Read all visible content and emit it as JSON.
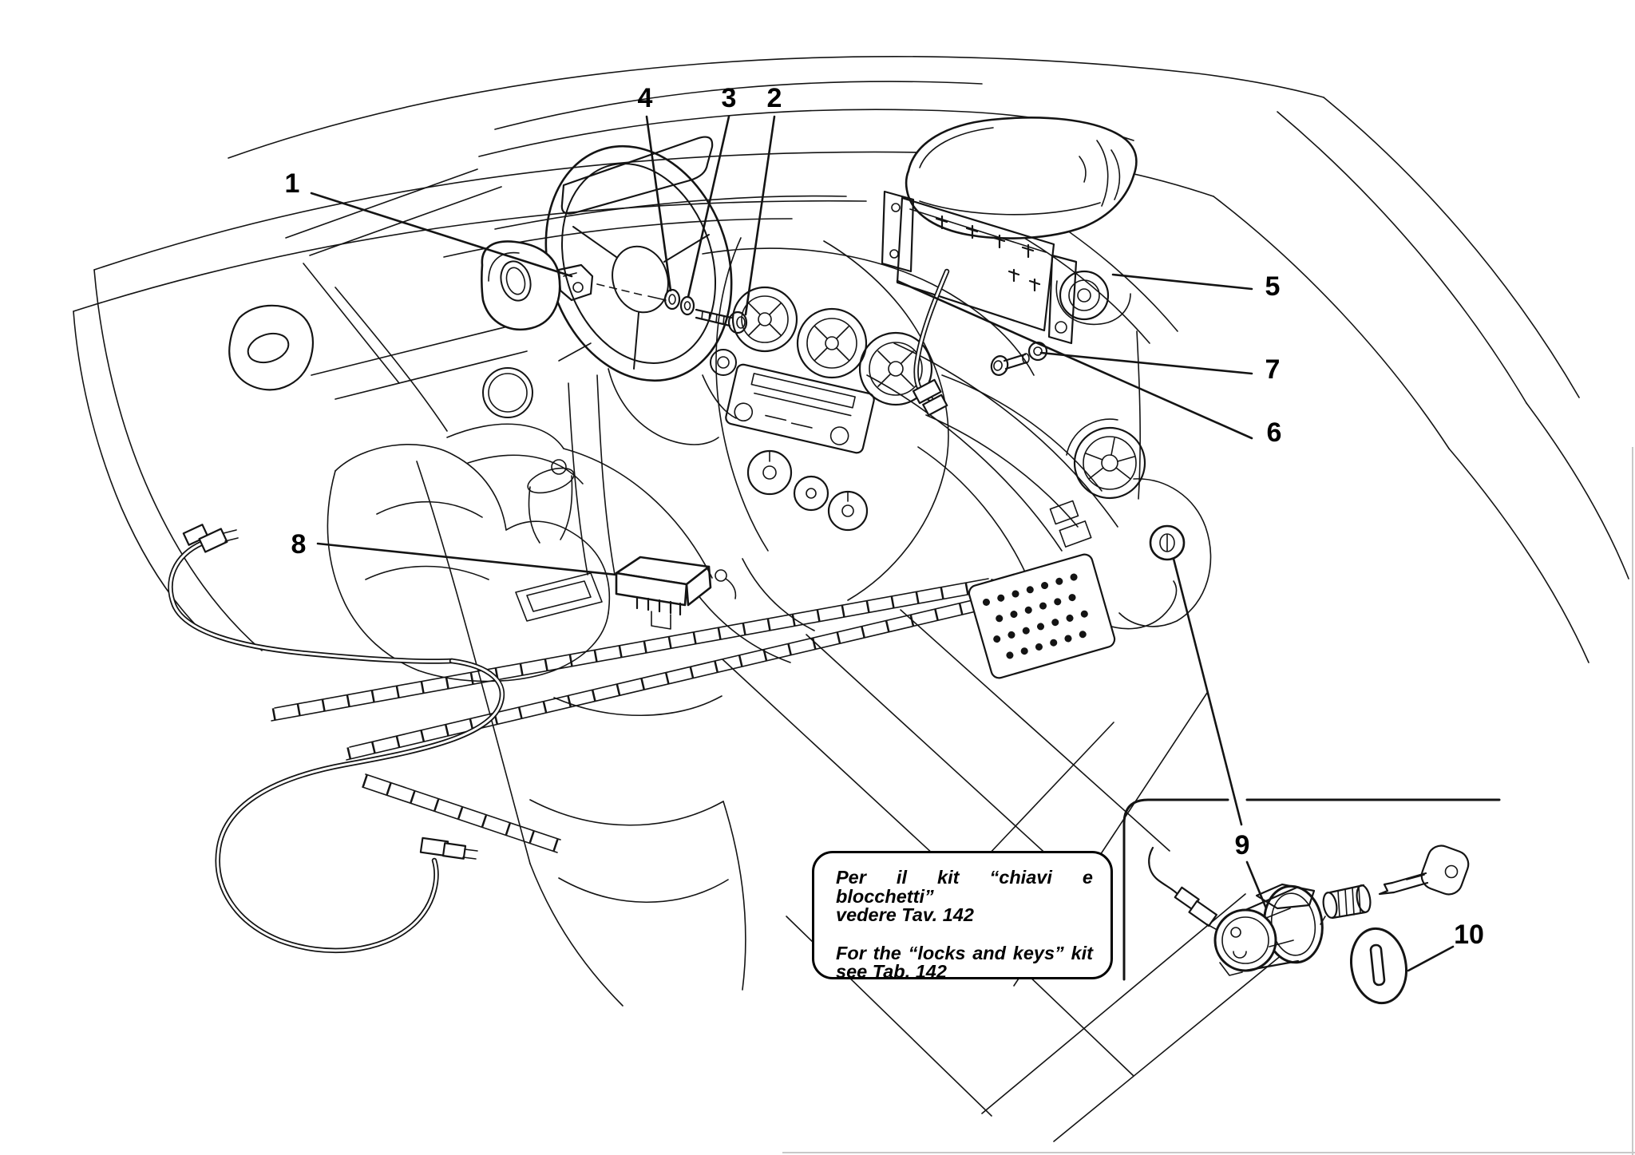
{
  "page": {
    "background": "#ffffff",
    "ink": "#141414",
    "description": "Exploded parts diagram of car interior airbag system with locks inset"
  },
  "callouts": [
    {
      "label": "1"
    },
    {
      "label": "2"
    },
    {
      "label": "3"
    },
    {
      "label": "4"
    },
    {
      "label": "5"
    },
    {
      "label": "6"
    },
    {
      "label": "7"
    },
    {
      "label": "8"
    },
    {
      "label": "9"
    },
    {
      "label": "10"
    }
  ],
  "note_box": {
    "line1_it": "Per il kit “chiavi e blocchetti”",
    "line2_it": "vedere Tav. 142",
    "line3_en": "For the “locks and keys” kit",
    "line4_en": "see Tab. 142"
  }
}
